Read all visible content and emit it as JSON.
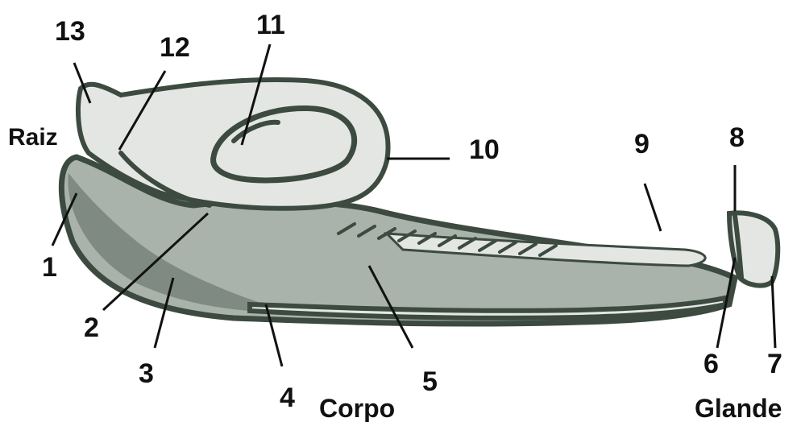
{
  "diagram": {
    "colors": {
      "outline": "#3c4a40",
      "body_fill": "#a9b2ab",
      "body_shade": "#7f8a82",
      "light_fill": "#e3e6e3",
      "leader": "#111111"
    },
    "numbers": {
      "n1": "1",
      "n2": "2",
      "n3": "3",
      "n4": "4",
      "n5": "5",
      "n6": "6",
      "n7": "7",
      "n8": "8",
      "n9": "9",
      "n10": "10",
      "n11": "11",
      "n12": "12",
      "n13": "13"
    },
    "regions": {
      "root": "Raiz",
      "body": "Corpo",
      "glans": "Glande"
    }
  }
}
